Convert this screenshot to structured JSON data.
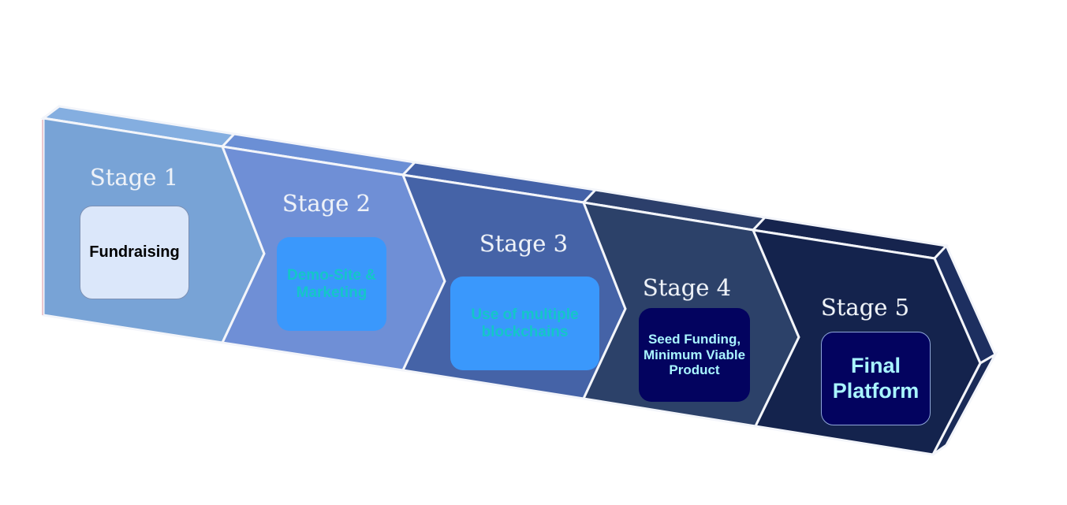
{
  "stages": [
    {
      "title": "Stage 1",
      "box_text": "Fundraising"
    },
    {
      "title": "Stage 2",
      "box_text": "Demo-Site & Marketing"
    },
    {
      "title": "Stage 3",
      "box_text": "Use of multiple blockchains"
    },
    {
      "title": "Stage 4",
      "box_text": "Seed Funding, Minimum Viable Product"
    },
    {
      "title": "Stage 5",
      "box_text": "Final Platform"
    }
  ],
  "colors": {
    "stage_1_fill": "#78a3d6",
    "stage_2_fill": "#6f8fd6",
    "stage_3_fill": "#4563a7",
    "stage_4_fill": "#2c4169",
    "stage_5_fill": "#14234d",
    "box_light": "#dbe7fa",
    "box_blue": "#3a98fc",
    "box_dark": "#03035f",
    "box_blue_text": "#14c6c8",
    "box_dark_text": "#a9f5ff"
  }
}
